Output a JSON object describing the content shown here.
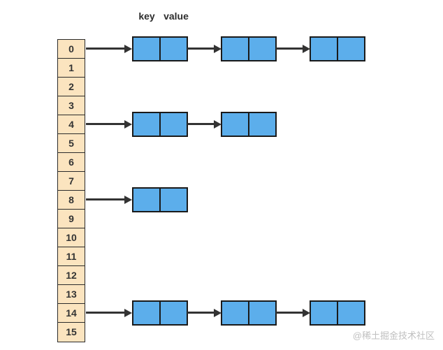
{
  "header": {
    "key_label": "key",
    "value_label": "value"
  },
  "buckets": [
    "0",
    "1",
    "2",
    "3",
    "4",
    "5",
    "6",
    "7",
    "8",
    "9",
    "10",
    "11",
    "12",
    "13",
    "14",
    "15"
  ],
  "chains": [
    {
      "bucket": 0,
      "node_count": 3
    },
    {
      "bucket": 4,
      "node_count": 2
    },
    {
      "bucket": 8,
      "node_count": 1
    },
    {
      "bucket": 14,
      "node_count": 3
    }
  ],
  "watermark": "@稀土掘金技术社区",
  "colors": {
    "background": "#FFFFFF",
    "bucket_fill": "#FBE4BF",
    "bucket_border": "#2B2B2B",
    "bucket_text": "#333333",
    "node_fill": "#5CAEEB",
    "node_border": "#1A1A1A",
    "arrow": "#333333",
    "label_text": "#2D2D2D",
    "watermark_text": "#C0C0C0"
  }
}
